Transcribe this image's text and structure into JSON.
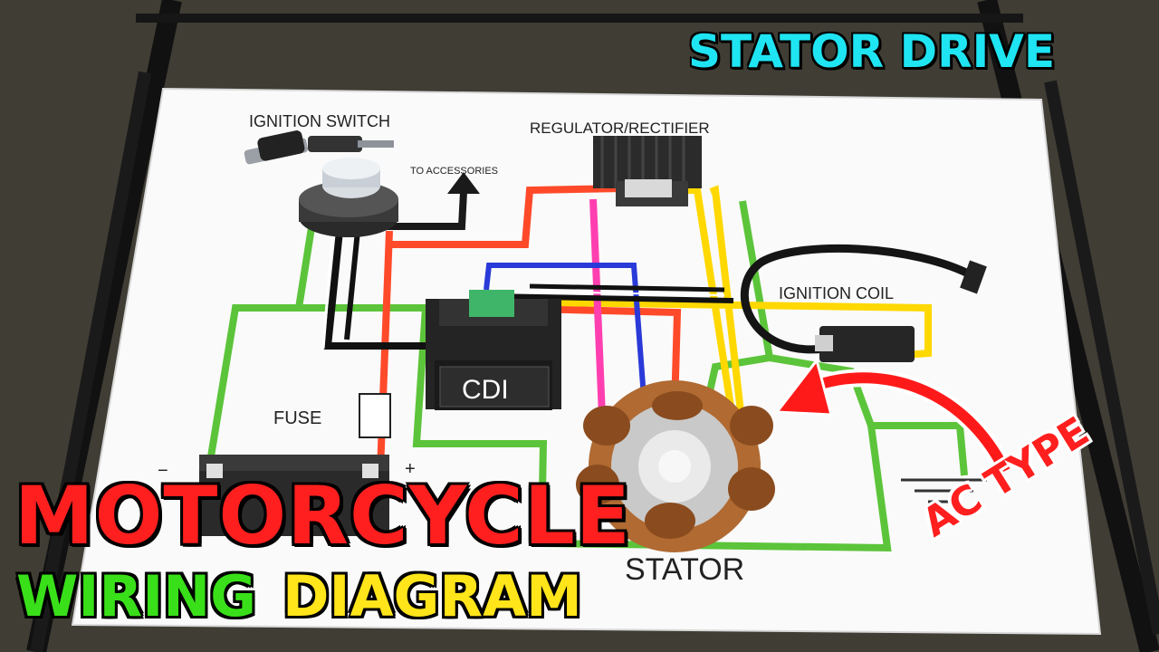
{
  "overlay": {
    "brand": "STATOR DRIVE",
    "headline_line1": "MOTORCYCLE",
    "headline_word2": "WIRING",
    "headline_word3": "DIAGRAM",
    "badge": "AC TYPE"
  },
  "diagram": {
    "ignition_switch": "IGNITION SWITCH",
    "to_accessories": "TO ACCESSORIES",
    "regulator": "REGULATOR/RECTIFIER",
    "ignition_coil": "IGNITION COIL",
    "cdi": "CDI",
    "fuse": "FUSE",
    "battery_minus": "−",
    "battery_plus": "+",
    "stator": "STATOR"
  },
  "colors": {
    "wire_green": "#5cc43a",
    "wire_red": "#ff4a2a",
    "wire_yellow": "#ffd800",
    "wire_pink": "#ff3fb0",
    "wire_blue": "#2a3ad8",
    "wire_black": "#111111",
    "wire_white": "#ffffff",
    "brand_cyan": "#1fe4f2",
    "headline_red": "#ff1f1f",
    "headline_green": "#39e019",
    "headline_yellow": "#ffe51a"
  }
}
